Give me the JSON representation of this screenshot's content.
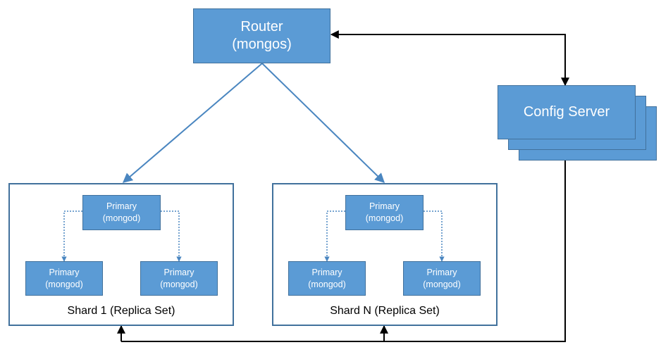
{
  "colors": {
    "box_fill": "#5b9bd5",
    "box_border": "#41719c",
    "solid_arrow": "#4a86c0",
    "dotted_arrow": "#4a86c0",
    "config_link": "#000000"
  },
  "router": {
    "line1": "Router",
    "line2": "(mongos)"
  },
  "config_server": {
    "label": "Config Server",
    "stacked_copies": 3
  },
  "shards": [
    {
      "label": "Shard 1 (Replica Set)",
      "nodes": [
        {
          "line1": "Primary",
          "line2": "(mongod)"
        },
        {
          "line1": "Primary",
          "line2": "(mongod)"
        },
        {
          "line1": "Primary",
          "line2": "(mongod)"
        }
      ]
    },
    {
      "label": "Shard N (Replica Set)",
      "nodes": [
        {
          "line1": "Primary",
          "line2": "(mongod)"
        },
        {
          "line1": "Primary",
          "line2": "(mongod)"
        },
        {
          "line1": "Primary",
          "line2": "(mongod)"
        }
      ]
    }
  ]
}
